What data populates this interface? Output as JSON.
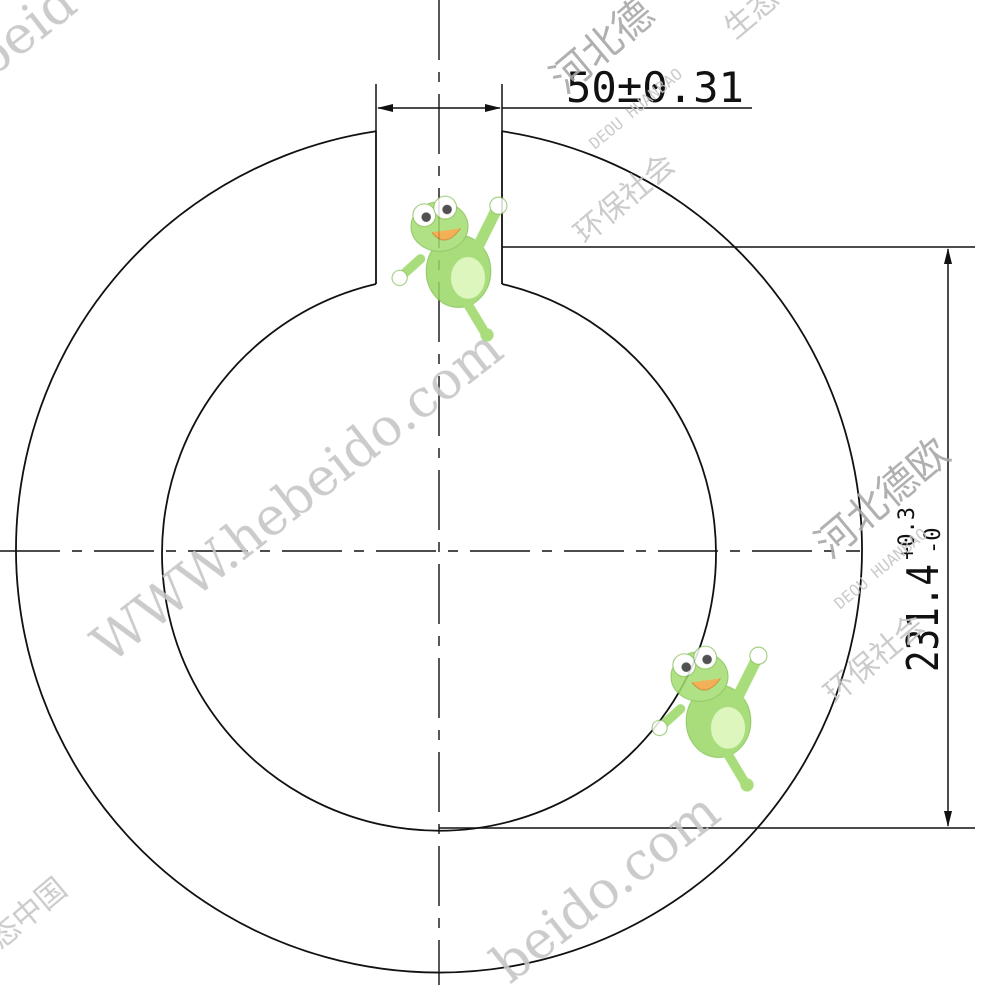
{
  "drawing": {
    "dim_width_text": "50±0.31",
    "dim_depth_main": "231.4",
    "dim_depth_tol_upper": "+0.3",
    "dim_depth_tol_lower": "-0"
  },
  "watermarks": {
    "site": "WWW.hebeido.com",
    "site_fragment_bottom": "beido.com",
    "site_fragment_top": "beid",
    "brand_cn": "河北德",
    "brand_cn_full": "河北德欧",
    "brand_en": "DEOU HUANBAO",
    "slogan_cn": "环保社会",
    "slogan_cn_b": "生态中国",
    "slogan_cn_c": "态中国"
  },
  "colors": {
    "line": "#111111",
    "watermark": "#c8c8c8",
    "mascot_green": "#8fd35a",
    "mascot_light": "#c9ef9b"
  }
}
